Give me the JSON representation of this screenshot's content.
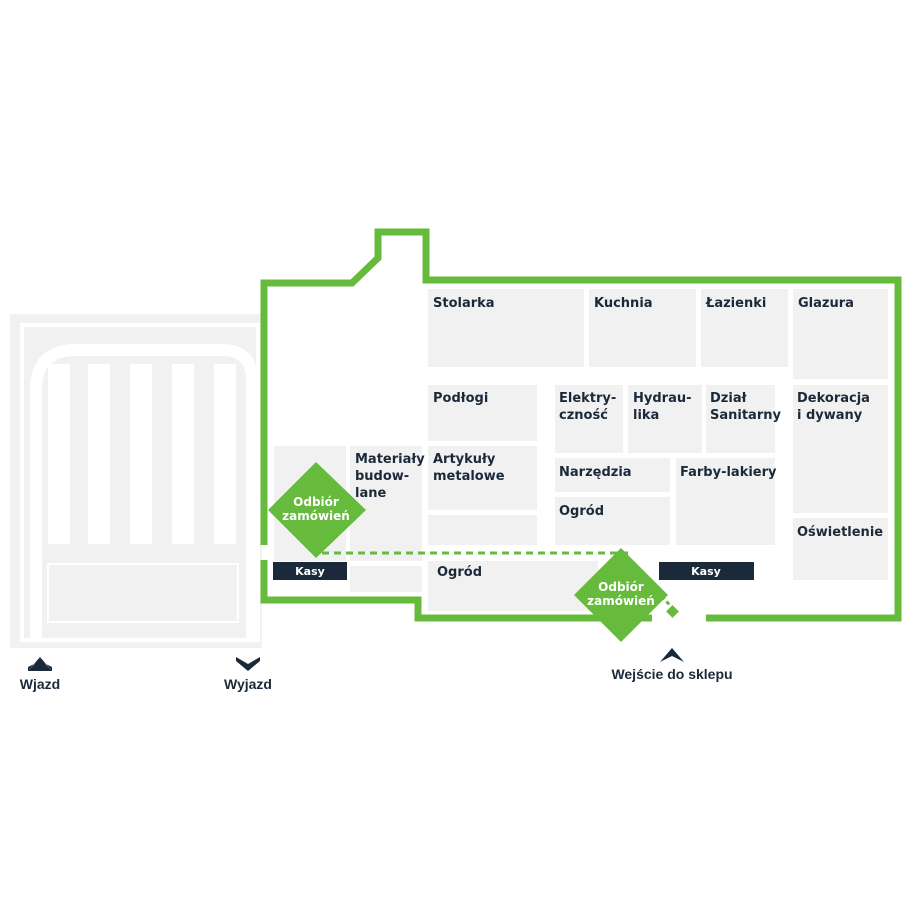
{
  "colors": {
    "outline": "#66bb3c",
    "department_fill": "#f1f1f1",
    "parking_fill": "#f1f1f1",
    "checkout": "#1b2a3a",
    "text": "#1b2a3a",
    "pickup": "#66bb3c"
  },
  "departments": {
    "stolarka": "Stolarka",
    "kuchnia": "Kuchnia",
    "lazienki": "Łazienki",
    "glazura": "Glazura",
    "podlogi": "Podłogi",
    "elektrycznosc_1": "Elektry-",
    "elektrycznosc_2": "czność",
    "hydraulika_1": "Hydrau-",
    "hydraulika_2": "lika",
    "dzial_sanitarny_1": "Dział",
    "dzial_sanitarny_2": "Sanitarny",
    "dekoracja_1": "Dekoracja",
    "dekoracja_2": "i dywany",
    "materialy_1": "Materiały",
    "materialy_2": "budow-",
    "materialy_3": "lane",
    "artykuly_1": "Artykuły",
    "artykuly_2": "metalowe",
    "narzedzia": "Narzędzia",
    "farby": "Farby-lakiery",
    "ogrod_inner": "Ogród",
    "oswietlenie": "Oświetlenie",
    "ogrod_outer": "Ogród"
  },
  "checkouts": {
    "left": "Kasy",
    "right": "Kasy"
  },
  "pickup": {
    "left_1": "Odbiór",
    "left_2": "zamówień",
    "right_1": "Odbiór",
    "right_2": "zamówień"
  },
  "entrances": {
    "wjazd": "Wjazd",
    "wyjazd": "Wyjazd",
    "store": "Wejście do sklepu"
  },
  "icons": {
    "entry_arrow": "chevron-up-icon",
    "exit_arrow": "chevron-down-icon",
    "pickup": "diamond-icon"
  }
}
